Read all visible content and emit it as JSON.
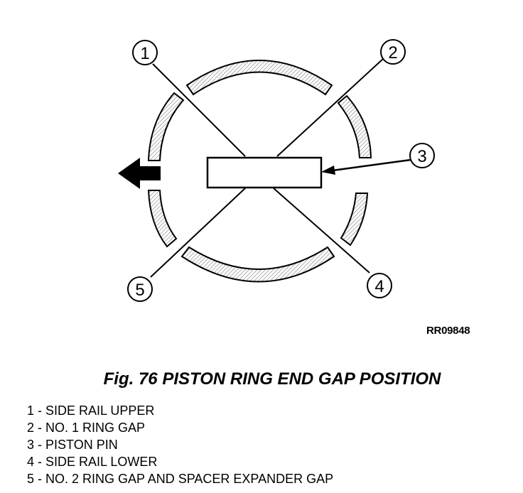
{
  "diagram": {
    "callouts": [
      "1",
      "2",
      "3",
      "4",
      "5"
    ],
    "code": "RR09848",
    "direction_arrow_icon": "left-arrow-icon"
  },
  "caption": "Fig. 76 PISTON RING END GAP POSITION",
  "legend": [
    "1 - SIDE RAIL UPPER",
    "2 - NO. 1 RING GAP",
    "3 - PISTON PIN",
    "4 - SIDE RAIL LOWER",
    "5 - NO. 2 RING GAP AND SPACER EXPANDER GAP"
  ],
  "colors": {
    "ink": "#000000",
    "hatch": "#b0b0b0",
    "background": "#ffffff"
  }
}
